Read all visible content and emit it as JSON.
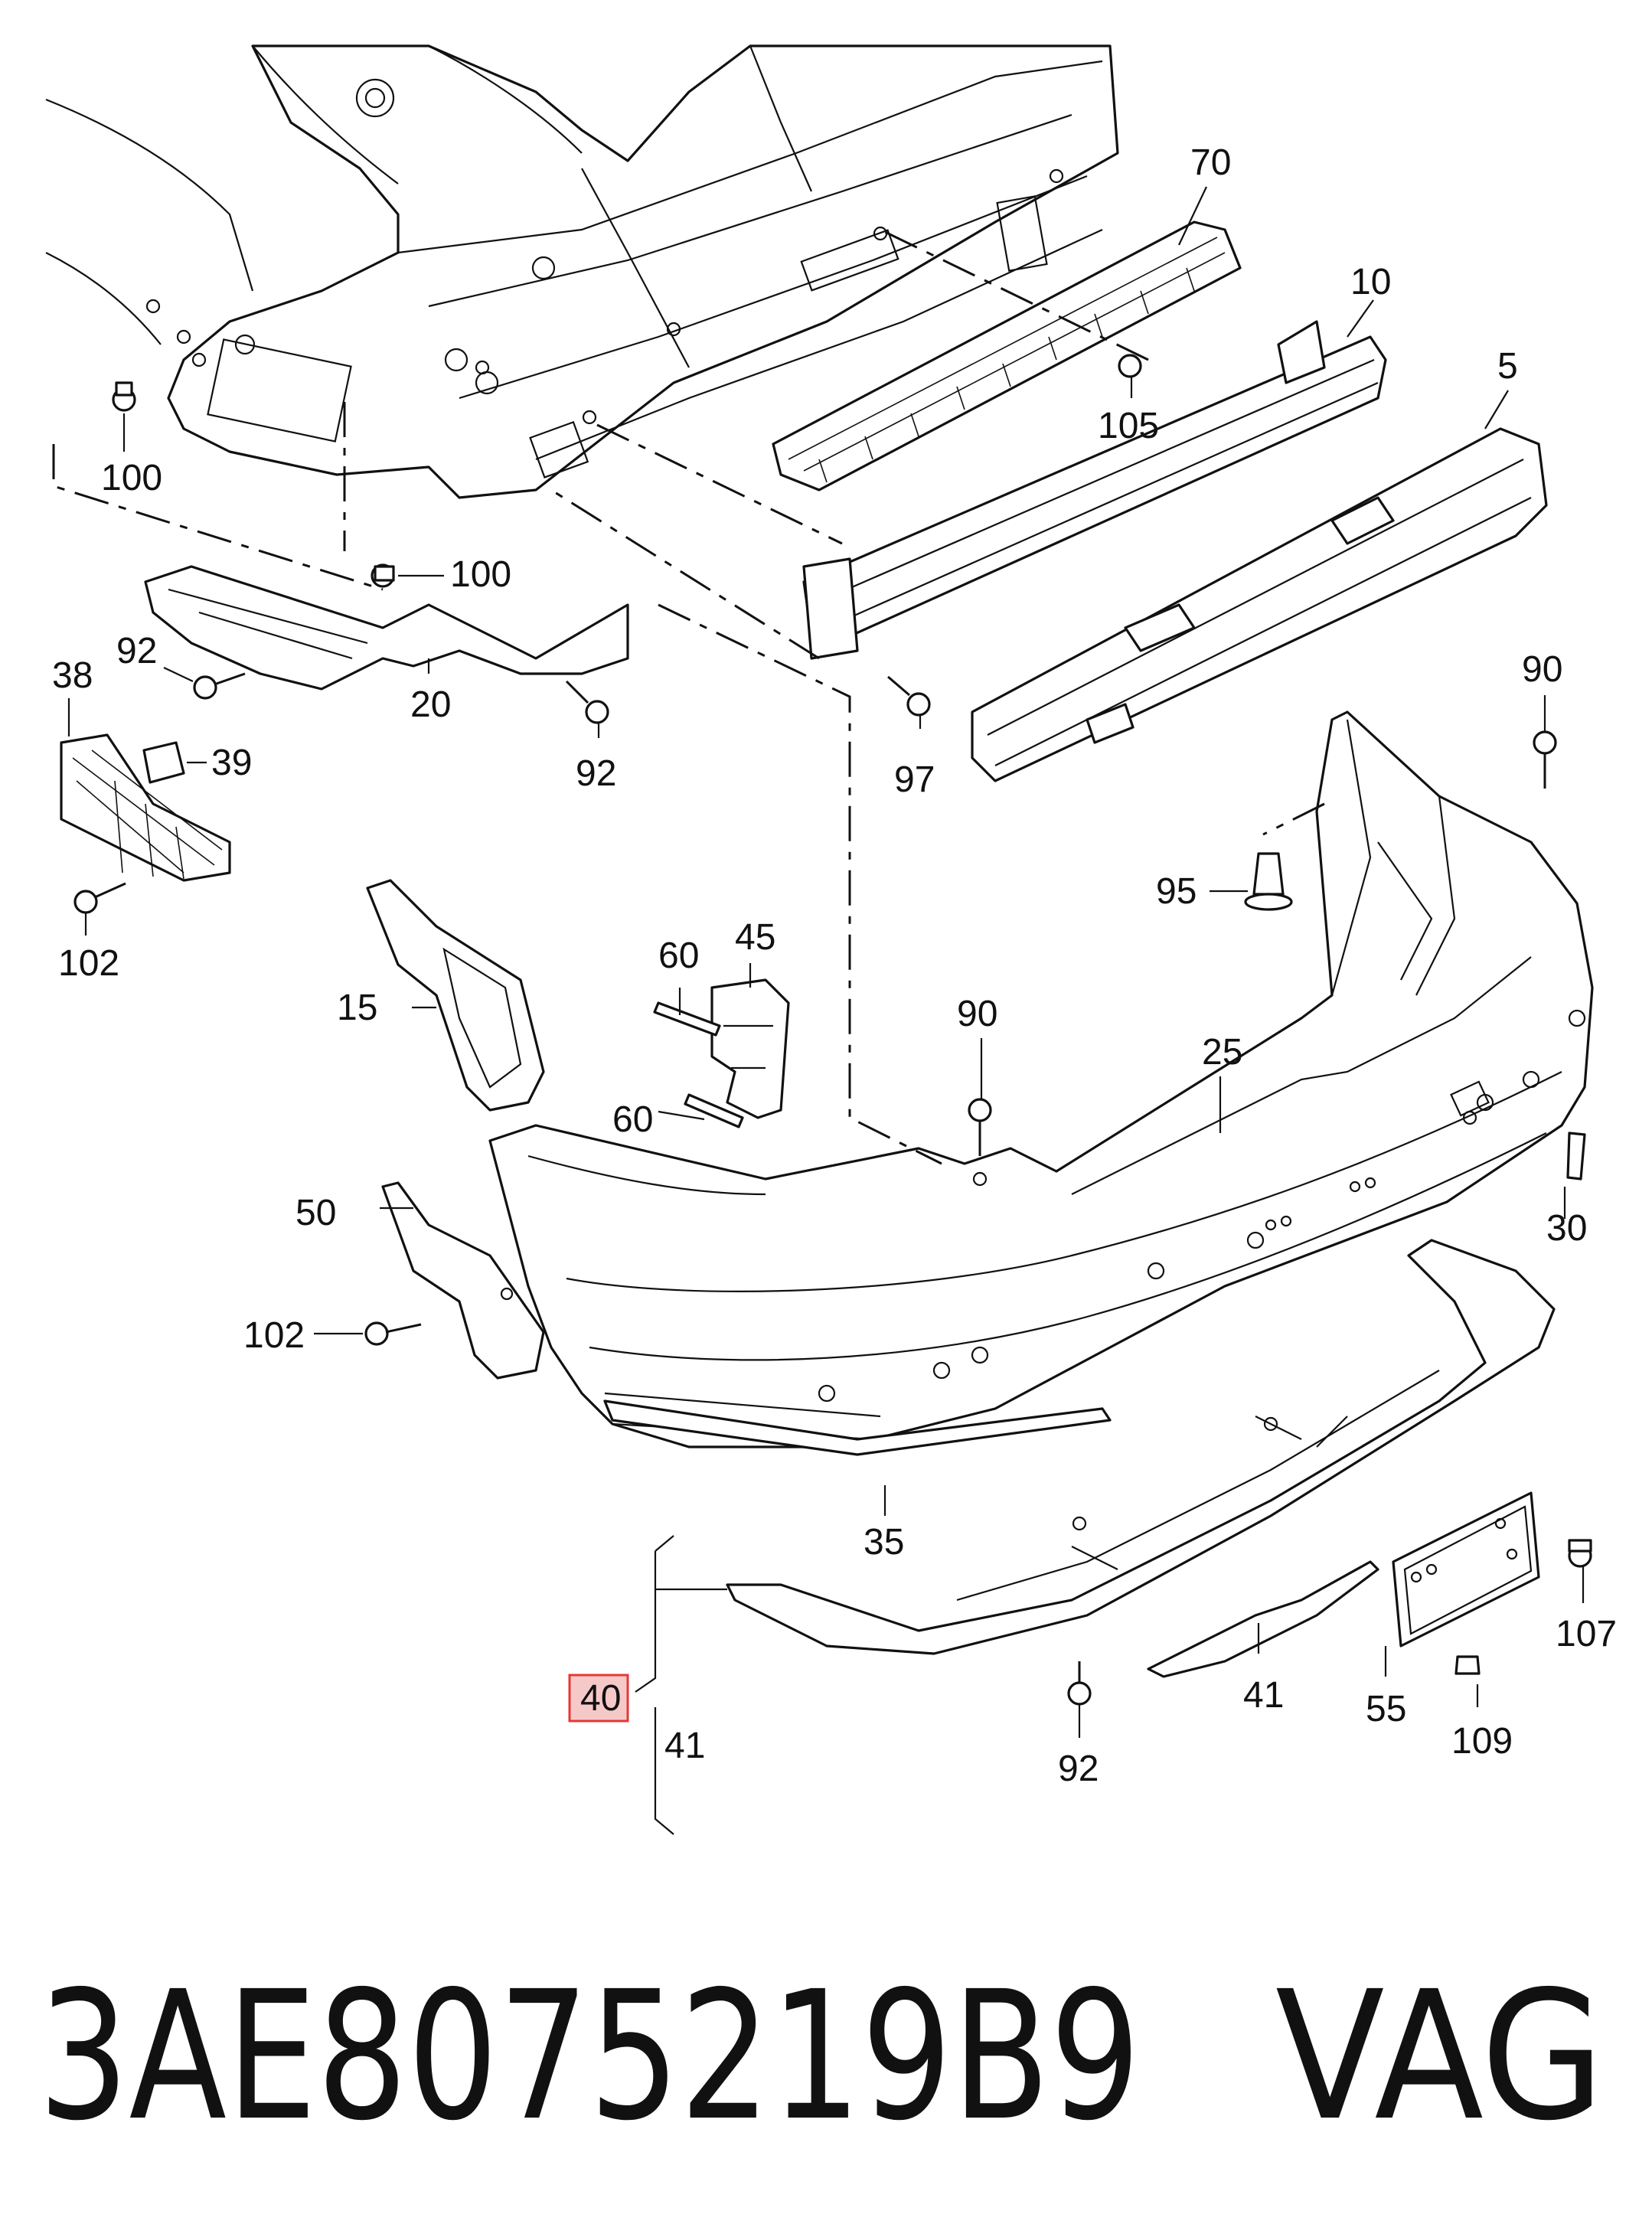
{
  "callouts": {
    "c70": "70",
    "c10": "10",
    "c5": "5",
    "c105": "105",
    "c100a": "100",
    "c100b": "100",
    "c92a": "92",
    "c20": "20",
    "c92b": "92",
    "c97": "97",
    "c38": "38",
    "c39": "39",
    "c102a": "102",
    "c90a": "90",
    "c95": "95",
    "c60a": "60",
    "c45": "45",
    "c15": "15",
    "c90b": "90",
    "c25": "25",
    "c60b": "60",
    "c30": "30",
    "c50": "50",
    "c102b": "102",
    "c35": "35",
    "c107": "107",
    "c40": "40",
    "c41a": "41",
    "c41b": "41",
    "c55": "55",
    "c109": "109",
    "c92c": "92"
  },
  "footer": {
    "part_number": "3AE8075219B9",
    "brand": "VAG"
  },
  "highlight_color": "#e53935"
}
